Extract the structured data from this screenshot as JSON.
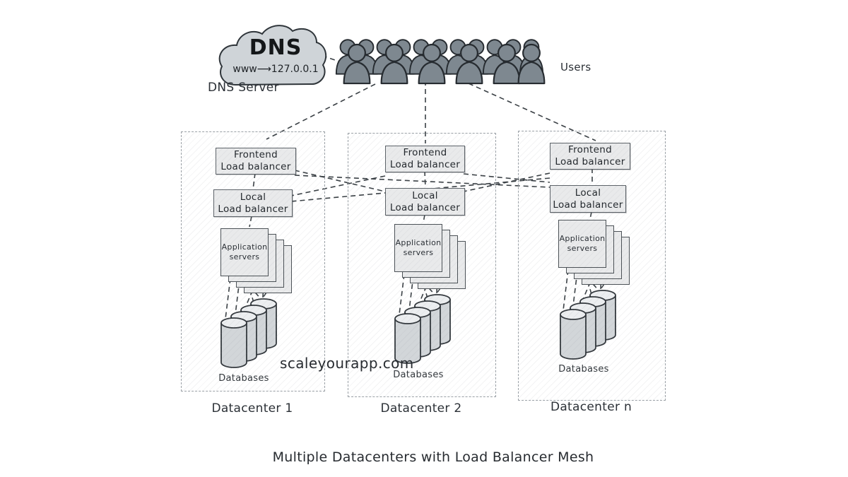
{
  "title": "Multiple Datacenters with Load Balancer Mesh",
  "watermark": "scaleyourapp.com",
  "dns": {
    "cloud_text": "DNS",
    "record": "www⟶127.0.0.1",
    "caption": "DNS Server"
  },
  "users": {
    "label": "Users"
  },
  "datacenters": [
    {
      "name": "Datacenter 1",
      "frontend_lb": "Frontend\nLoad balancer",
      "local_lb": "Local\nLoad balancer",
      "app_servers": "Application\nservers",
      "databases": "Databases"
    },
    {
      "name": "Datacenter 2",
      "frontend_lb": "Frontend\nLoad balancer",
      "local_lb": "Local\nLoad balancer",
      "app_servers": "Application\nservers",
      "databases": "Databases"
    },
    {
      "name": "Datacenter n",
      "frontend_lb": "Frontend\nLoad balancer",
      "local_lb": "Local\nLoad balancer",
      "app_servers": "Application\nservers",
      "databases": "Databases"
    }
  ],
  "colors": {
    "background": "#ffffff",
    "cloud_fill": "#cfd4d8",
    "node_fill": "#e9eaeb",
    "users_fill": "#7e8890",
    "outline": "#2f353a",
    "connector": "#3a4045",
    "container_border": "#9aa0a6"
  }
}
